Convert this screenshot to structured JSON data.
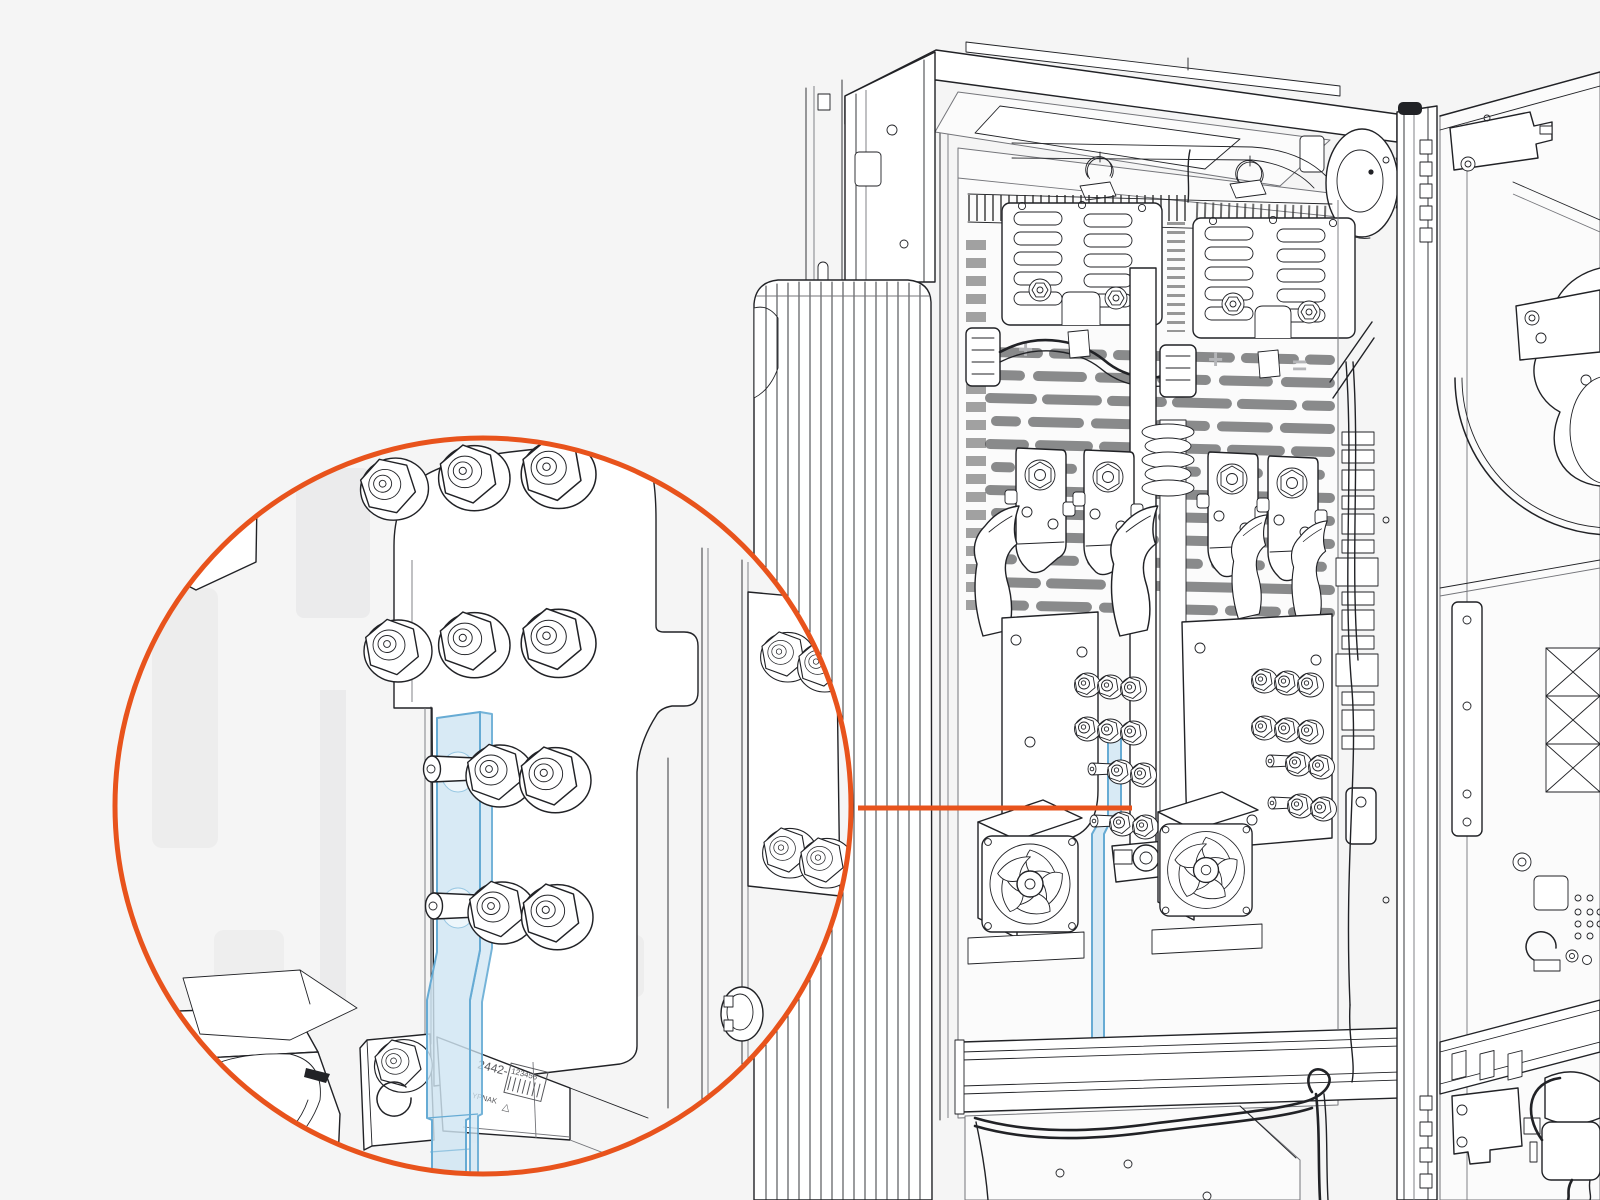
{
  "figure": {
    "alt": "Black-and-white isometric service illustration of an electrical equipment cabinet with its door open; internal power modules, contactors, fans and wiring are visible. An orange circular magnifier on the left enlarges a blue-highlighted busbar link fastened with flange nuts, connected by an orange leader line to its location in the cabinet.",
    "background": "#f5f5f5"
  },
  "colors": {
    "bg": "#f5f5f5",
    "line": "#212226",
    "line-soft": "#74757a",
    "panel": "#ffffff",
    "panel-tint": "#fbfbfb",
    "shadow": "#e9e9ea",
    "accent": "#e8531c",
    "blue-fill": "#cfe5f3",
    "blue-stroke": "#66abd4",
    "glyph": "#b4b5b8"
  },
  "callout": {
    "shape": "circle",
    "highlighted_part": "busbar-link",
    "label": {
      "part_prefix": "2442-",
      "barcode_digits": "123456",
      "sub_text": "YPNAK",
      "symbol": "△"
    }
  },
  "glyphs": {
    "plus_left": "+",
    "plus_right": "+",
    "equals": "="
  }
}
